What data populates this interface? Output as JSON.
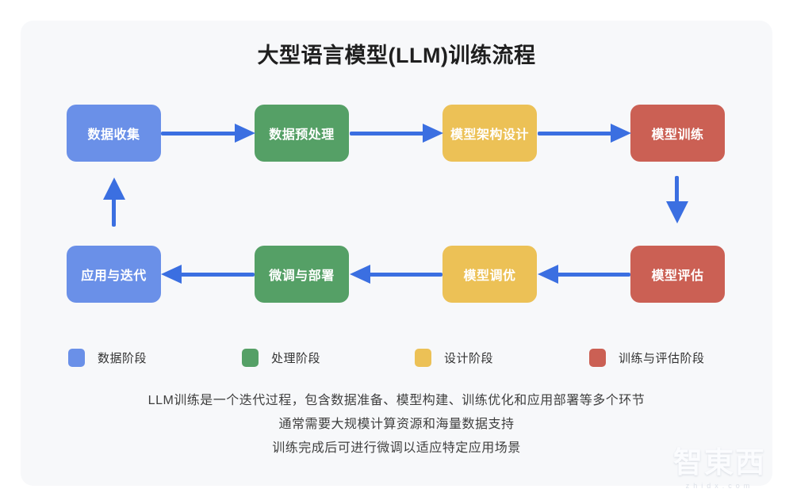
{
  "title": "大型语言模型(LLM)训练流程",
  "colors": {
    "data_stage": "#6A90E8",
    "process_stage": "#55A066",
    "design_stage": "#ECC156",
    "train_eval_stage": "#CB6054",
    "arrow": "#3B6FE1",
    "card_background": "#F7F8FA",
    "page_background": "#FFFFFF"
  },
  "flow": {
    "top": [
      {
        "label": "数据收集",
        "stage": "data"
      },
      {
        "label": "数据预处理",
        "stage": "process"
      },
      {
        "label": "模型架构设计",
        "stage": "design"
      },
      {
        "label": "模型训练",
        "stage": "train"
      }
    ],
    "bottom": [
      {
        "label": "应用与迭代",
        "stage": "data"
      },
      {
        "label": "微调与部署",
        "stage": "process"
      },
      {
        "label": "模型调优",
        "stage": "design"
      },
      {
        "label": "模型评估",
        "stage": "train"
      }
    ]
  },
  "legend": [
    {
      "label": "数据阶段",
      "color": "#6A90E8"
    },
    {
      "label": "处理阶段",
      "color": "#55A066"
    },
    {
      "label": "设计阶段",
      "color": "#ECC156"
    },
    {
      "label": "训练与评估阶段",
      "color": "#CB6054"
    }
  ],
  "description": {
    "line1": "LLM训练是一个迭代过程，包含数据准备、模型构建、训练优化和应用部署等多个环节",
    "line2": "通常需要大规模计算资源和海量数据支持",
    "line3": "训练完成后可进行微调以适应特定应用场景"
  },
  "watermark": {
    "text": "智東西",
    "subtext": "zhidx.com"
  }
}
